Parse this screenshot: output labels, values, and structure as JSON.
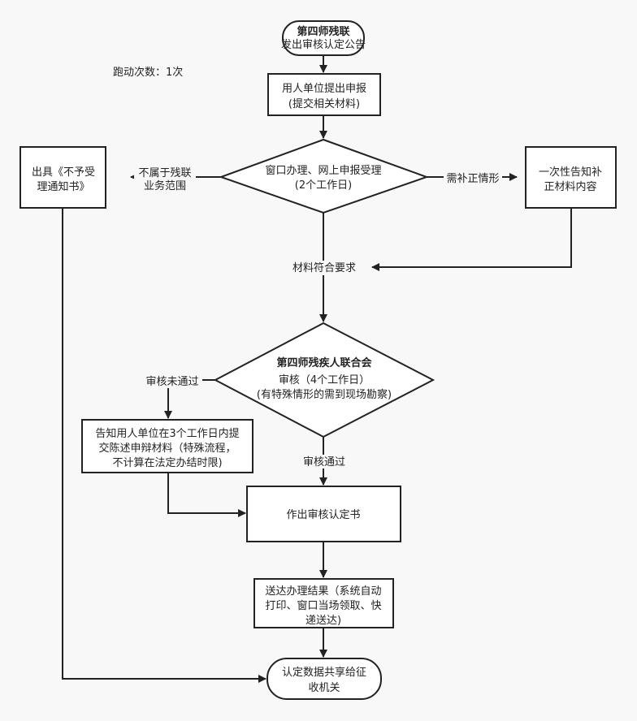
{
  "info": {
    "run_count": "跑动次数：1次"
  },
  "start": {
    "line1": "第四师残联",
    "line2": "发出审核认定公告"
  },
  "apply": {
    "line1": "用人单位提出申报",
    "line2": "(提交相关材料)"
  },
  "accept": {
    "line1": "窗口办理、网上申报受理",
    "line2": "(2个工作日)"
  },
  "reject": {
    "line1": "出具《不予受",
    "line2": "理通知书》"
  },
  "reject_label": {
    "line1": "不属于残联",
    "line2": "业务范围"
  },
  "supplement_label": "需补正情形",
  "supplement": {
    "line1": "一次性告知补",
    "line2": "正材料内容"
  },
  "ok_label": "材料符合要求",
  "review": {
    "line1": "第四师残疾人联合会",
    "line2": "审核（4个工作日）",
    "line3": "(有特殊情形的需到现场勘察)"
  },
  "fail_label": "审核未通过",
  "notify": {
    "line1": "告知用人单位在3个工作日内提",
    "line2": "交陈述申辩材料（特殊流程，",
    "line3": "不计算在法定办结时限)"
  },
  "pass_label": "审核通过",
  "decision": "作出审核认定书",
  "deliver": {
    "line1": "送达办理结果（系统自动",
    "line2": "打印、窗口当场领取、快",
    "line3": "递送达)"
  },
  "share": {
    "line1": "认定数据共享给征",
    "line2": "收机关"
  }
}
